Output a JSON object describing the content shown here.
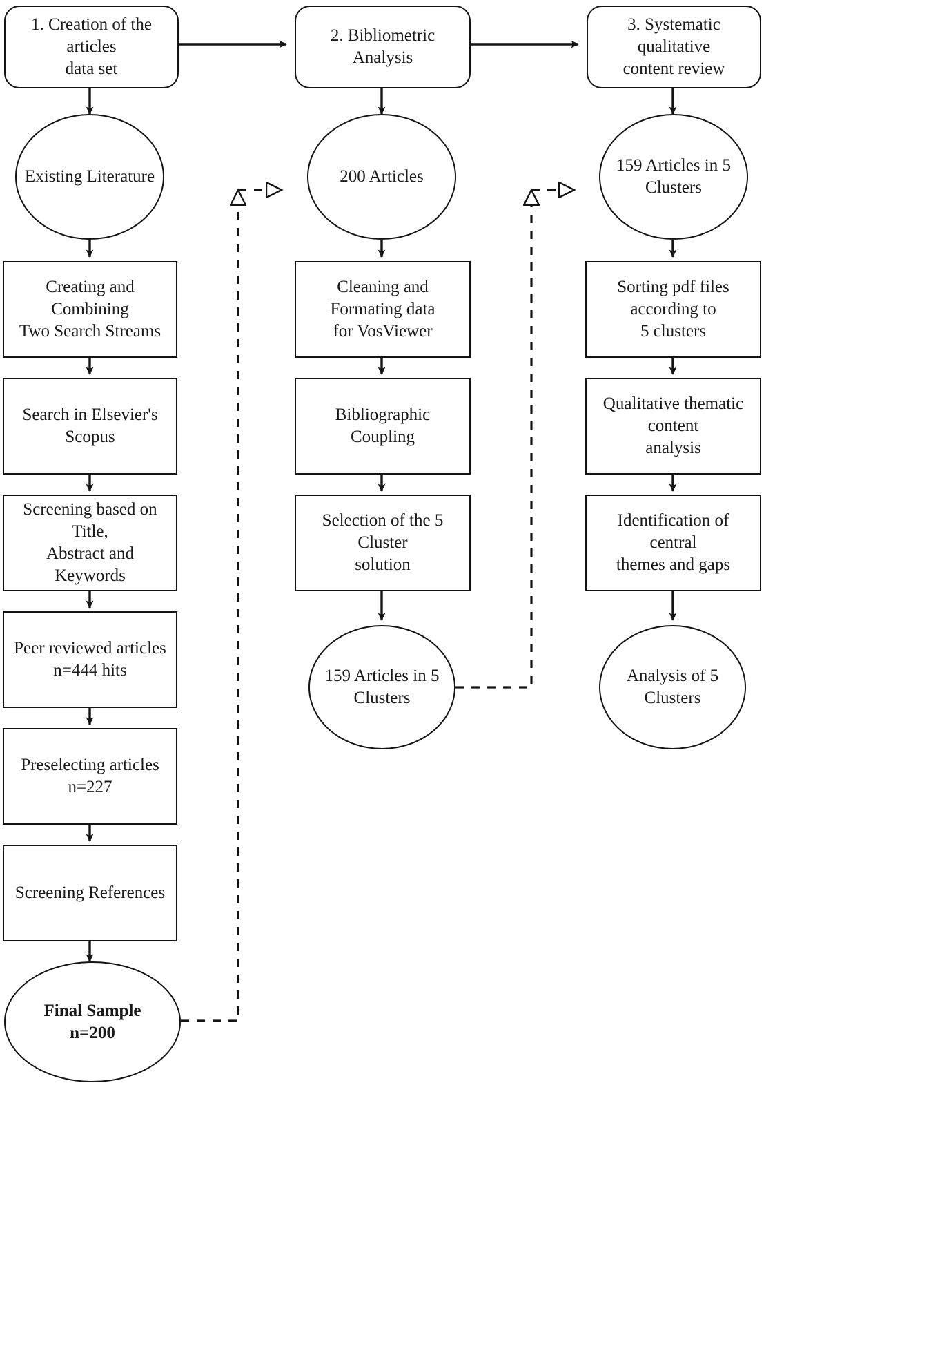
{
  "diagram": {
    "title": "Research methodology flowchart",
    "background_color": "#ffffff",
    "stroke_color": "#141414",
    "text_color": "#1a1a1a"
  },
  "stages": [
    {
      "id": "stage1",
      "label": "1. Creation of the articles\ndata set"
    },
    {
      "id": "stage2",
      "label": "2. Bibliometric Analysis"
    },
    {
      "id": "stage3",
      "label": "3. Systematic qualitative\ncontent review"
    }
  ],
  "column1": {
    "start": {
      "label": "Existing Literature"
    },
    "steps": [
      {
        "label": "Creating and Combining\nTwo Search Streams"
      },
      {
        "label": "Search in Elsevier's Scopus"
      },
      {
        "label": "Screening based on Title,\nAbstract and Keywords"
      },
      {
        "label": "Peer reviewed articles\nn=444 hits"
      },
      {
        "label": "Preselecting articles\nn=227"
      },
      {
        "label": "Screening References"
      }
    ],
    "end": {
      "label": "Final Sample\nn=200",
      "bold": true
    }
  },
  "column2": {
    "start": {
      "label": "200 Articles"
    },
    "steps": [
      {
        "label": "Cleaning and Formating data\nfor VosViewer"
      },
      {
        "label": "Bibliographic Coupling"
      },
      {
        "label": "Selection of the 5 Cluster\nsolution"
      }
    ],
    "end": {
      "label": "159 Articles in 5\nClusters"
    }
  },
  "column3": {
    "start": {
      "label": "159 Articles in 5\nClusters"
    },
    "steps": [
      {
        "label": "Sorting pdf files according to\n5 clusters"
      },
      {
        "label": "Qualitative thematic content\nanalysis"
      },
      {
        "label": "Identification of central\nthemes and gaps"
      }
    ],
    "end": {
      "label": "Analysis of 5 Clusters"
    }
  },
  "connectors": {
    "solid_arrow_style": "filled-triangle",
    "dashed_arrow_style": "hollow-triangle",
    "dashed_links": [
      {
        "from": "Final Sample n=200",
        "to": "200 Articles"
      },
      {
        "from": "159 Articles in 5 Clusters (col 2)",
        "to": "159 Articles in 5 Clusters (col 3)"
      }
    ]
  }
}
